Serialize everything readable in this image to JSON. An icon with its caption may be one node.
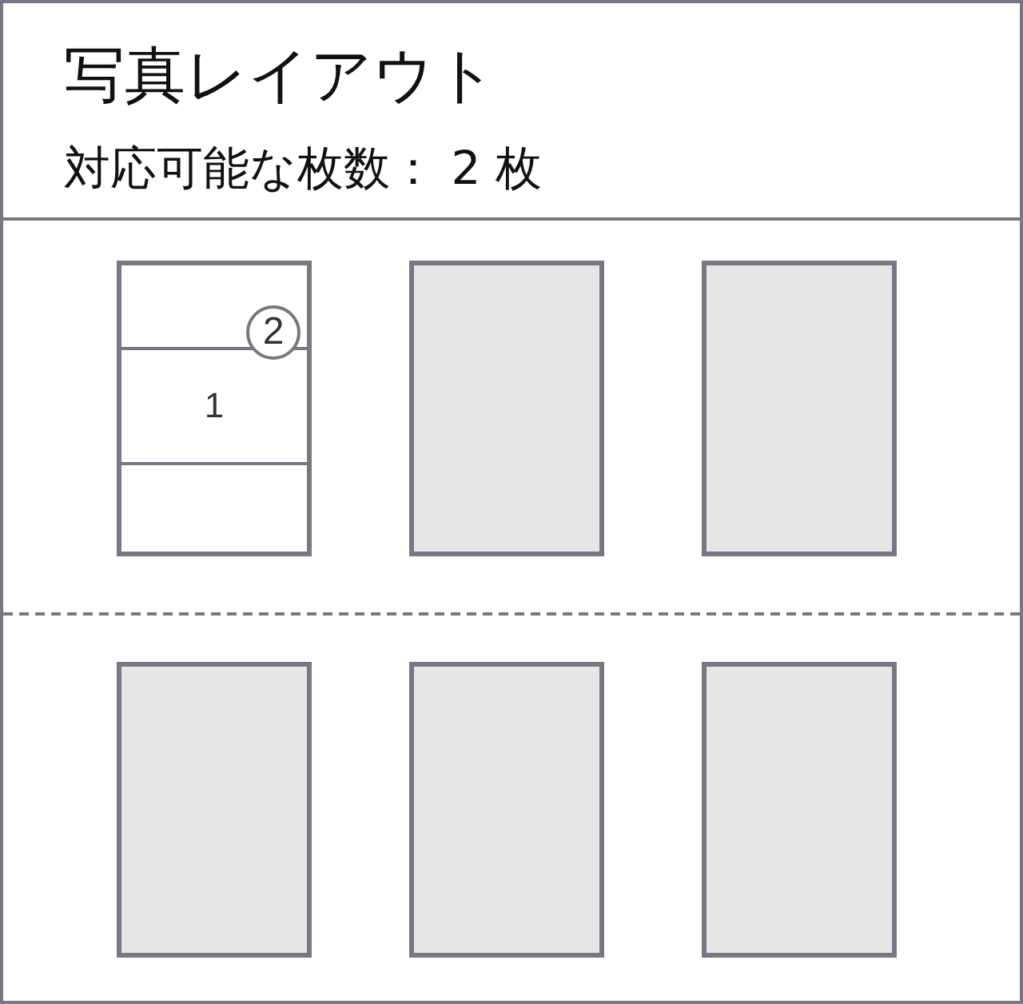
{
  "diagram": {
    "title": "写真レイアウト",
    "nodes": [
      {
        "text": [],
        "shape": "box"
      },
      {
        "text": [
          "1"
        ],
        "in": 0
      },
      {
        "text": [
          "2"
        ],
        "in": 0
      },
      {
        "text": [],
        "shape": "box"
      },
      {
        "text": [],
        "shape": "box"
      },
      {
        "text": [],
        "shape": "box"
      },
      {
        "text": [],
        "shape": "box"
      },
      {
        "text": [],
        "shape": "box"
      }
    ],
    "labels": [
      "対応可能な枚数： 2 枚"
    ]
  }
}
